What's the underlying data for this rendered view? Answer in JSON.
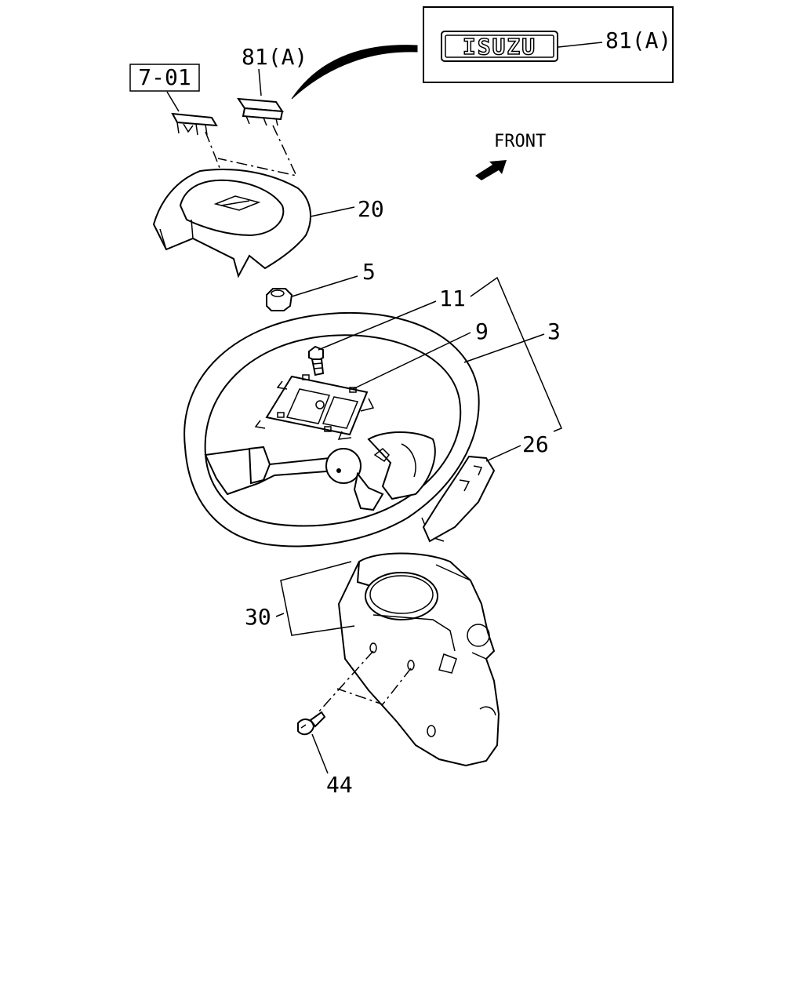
{
  "logo_text": "ISUZU",
  "labels": {
    "ref_7_01": "7-01",
    "badge_top": "81(A)",
    "badge_inset": "81(A)",
    "front": "FRONT",
    "pad": "20",
    "nut": "5",
    "bolt": "11",
    "bracket": "9",
    "wheel": "3",
    "cover_right": "26",
    "column_cover": "30",
    "screw": "44"
  }
}
